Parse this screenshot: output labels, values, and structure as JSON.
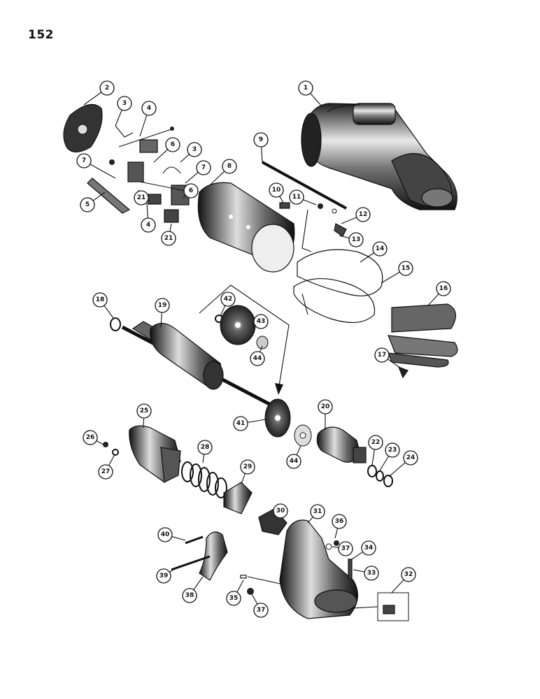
{
  "page": {
    "number": "152"
  },
  "callouts": [
    "1",
    "2",
    "3",
    "3",
    "4",
    "4",
    "5",
    "6",
    "6",
    "7",
    "7",
    "8",
    "9",
    "10",
    "11",
    "12",
    "13",
    "14",
    "15",
    "16",
    "17",
    "18",
    "19",
    "20",
    "21",
    "21",
    "22",
    "23",
    "24",
    "25",
    "26",
    "27",
    "28",
    "29",
    "30",
    "31",
    "32",
    "33",
    "34",
    "35",
    "36",
    "37",
    "37",
    "38",
    "39",
    "40",
    "41",
    "42",
    "43",
    "44",
    "44"
  ],
  "colors": {
    "ink": "#111111",
    "paper": "#ffffff",
    "shade": "#555555"
  }
}
